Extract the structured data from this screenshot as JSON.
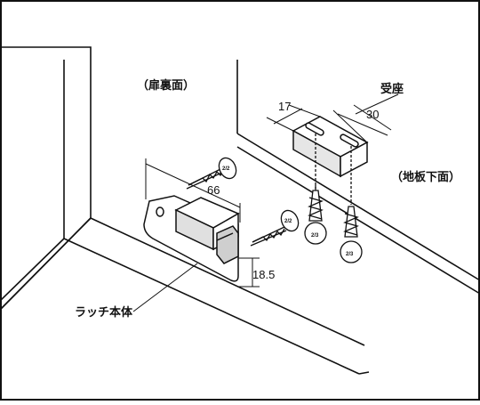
{
  "labels": {
    "door_back": "（扉裏面）",
    "strike": "受座",
    "shelf_bottom": "（地板下面）",
    "latch_body": "ラッチ本体"
  },
  "dimensions": {
    "strike_width": "17",
    "strike_length": "30",
    "latch_length": "66",
    "latch_height": "18.5"
  },
  "screw_marks": {
    "latch_screw_1": "2/2",
    "latch_screw_2": "2/2",
    "strike_screw_1": "2/3",
    "strike_screw_2": "2/3"
  },
  "colors": {
    "line": "#111111",
    "part_fill": "#ffffff",
    "shade": "#d9d9d9"
  }
}
